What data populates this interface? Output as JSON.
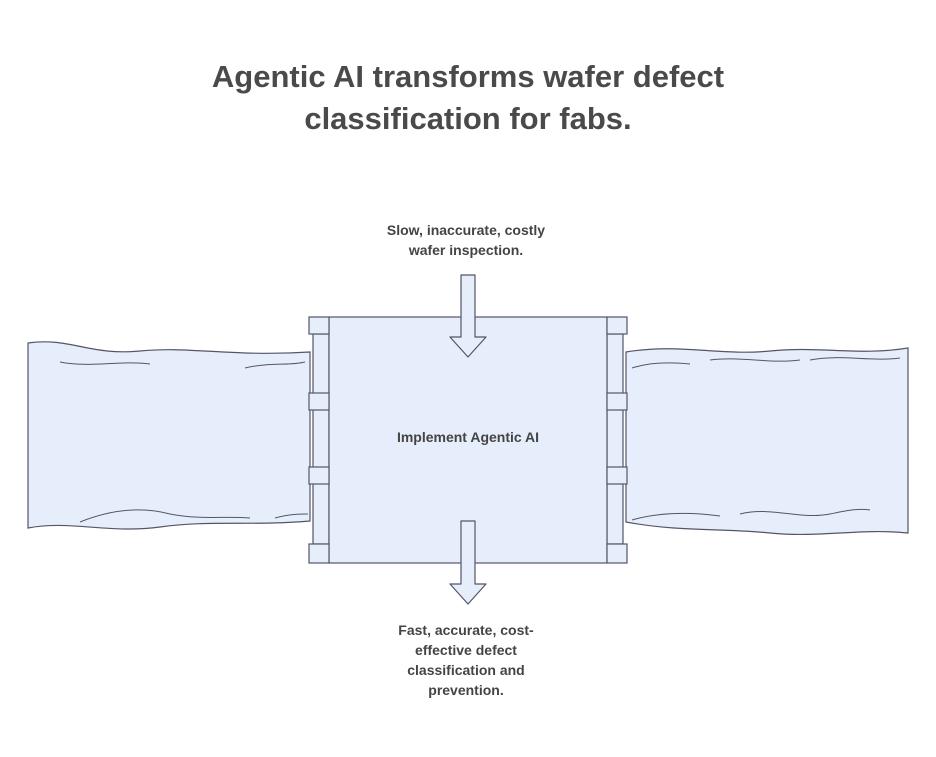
{
  "title": {
    "line1": "Agentic AI transforms wafer defect",
    "line2": "classification for fabs."
  },
  "input": {
    "line1": "Slow, inaccurate, costly",
    "line2": "wafer inspection."
  },
  "process": {
    "label": "Implement Agentic AI"
  },
  "output": {
    "line1": "Fast, accurate, cost-",
    "line2": "effective defect",
    "line3": "classification and",
    "line4": "prevention."
  },
  "colors": {
    "fill": "#e6eefc",
    "stroke": "#555566",
    "text": "#444444"
  }
}
